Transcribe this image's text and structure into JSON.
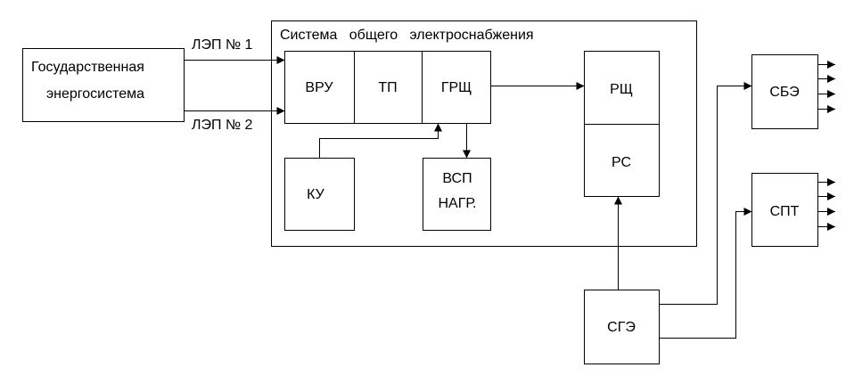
{
  "labels": {
    "grid": [
      "Государственная",
      "энергосистема"
    ],
    "line1": "ЛЭП № 1",
    "line2": "ЛЭП № 2",
    "system": "Система   общего   электроснабжения",
    "vru": "ВРУ",
    "tp": "ТП",
    "grsch": "ГРЩ",
    "ku": "КУ",
    "vsp": [
      "ВСП",
      "НАГР."
    ],
    "rsch": "РЩ",
    "rs": "РС",
    "sge": "СГЭ",
    "sbe": "СБЭ",
    "spt": "СПТ"
  },
  "colors": {
    "stroke": "#000000",
    "background": "#ffffff"
  }
}
